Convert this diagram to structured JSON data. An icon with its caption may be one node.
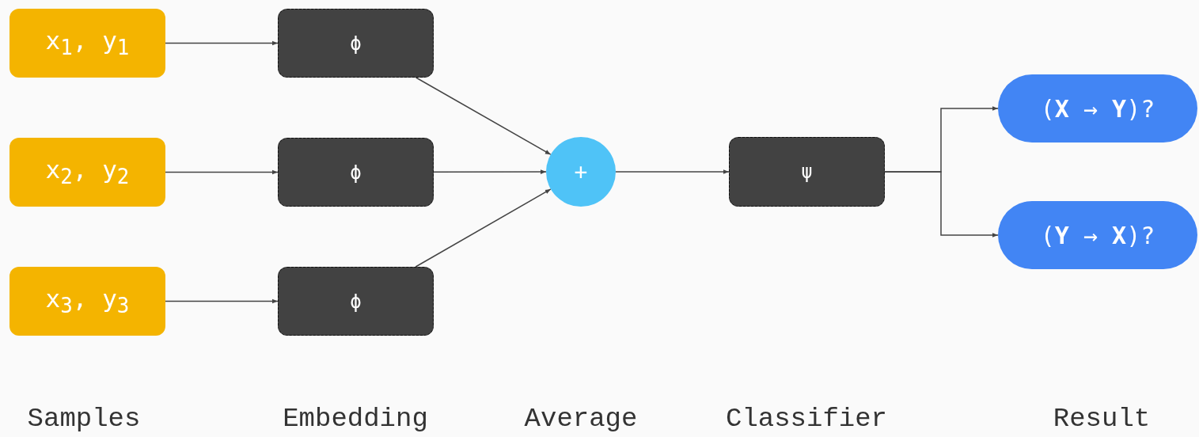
{
  "diagram": {
    "nodes": [
      {
        "text": [
          "x$_{1}$, y$_{1}$"
        ]
      },
      {
        "text": [
          "x$_{2}$, y$_{2}$"
        ]
      },
      {
        "text": [
          "x$_{3}$, y$_{3}$"
        ]
      },
      {
        "text": [
          "ϕ"
        ]
      },
      {
        "text": [
          "ϕ"
        ]
      },
      {
        "text": [
          "ϕ"
        ]
      },
      {
        "text": [
          "+"
        ]
      },
      {
        "text": [
          "ψ"
        ]
      },
      {
        "text": [
          "(**X** → **Y**)?"
        ]
      },
      {
        "text": [
          "(**Y** → **X**)?"
        ]
      }
    ],
    "edges": [
      {
        "from": 0,
        "to": 3,
        "arrow": "to"
      },
      {
        "from": 1,
        "to": 4,
        "arrow": "to"
      },
      {
        "from": 2,
        "to": 5,
        "arrow": "to"
      },
      {
        "from": 3,
        "to": 6,
        "arrow": "to"
      },
      {
        "from": 4,
        "to": 6,
        "arrow": "to"
      },
      {
        "from": 5,
        "to": 6,
        "arrow": "to"
      },
      {
        "from": 6,
        "to": 7,
        "arrow": "to"
      },
      {
        "from": 7,
        "to": 8,
        "arrow": "to"
      },
      {
        "from": 7,
        "to": 9,
        "arrow": "to"
      }
    ],
    "labels": [
      "Samples",
      "Embedding",
      "Average",
      "Classifier",
      "Result"
    ]
  }
}
